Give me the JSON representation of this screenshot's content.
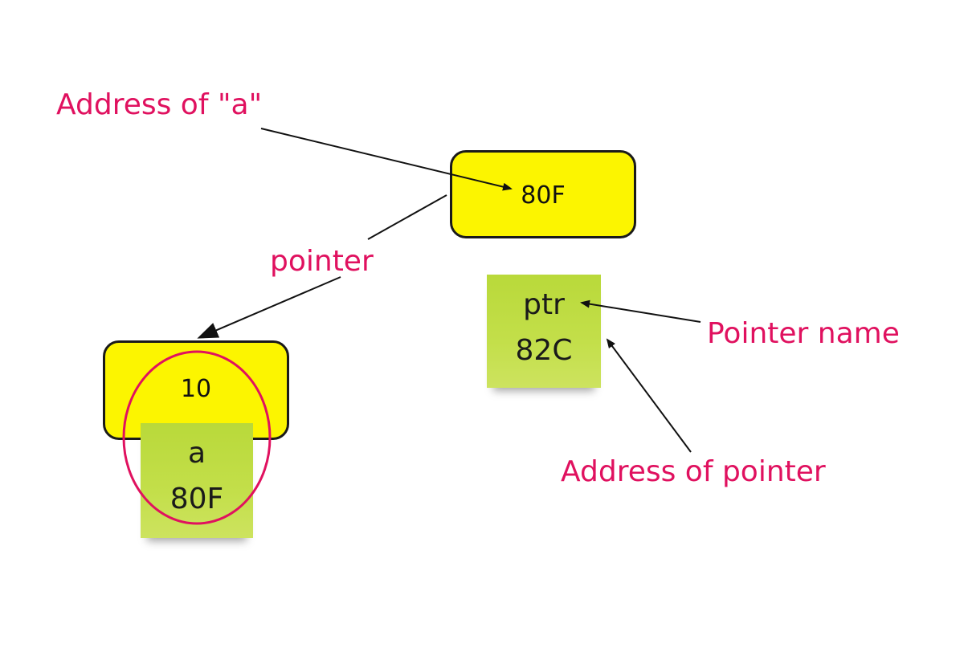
{
  "labels": {
    "address_of_a": "Address of \"a\"",
    "pointer": "pointer",
    "pointer_name": "Pointer name",
    "address_of_pointer": "Address of pointer"
  },
  "pointer_box": {
    "value": "80F"
  },
  "variable_box": {
    "value": "10"
  },
  "variable_note": {
    "name": "a",
    "address": "80F"
  },
  "pointer_note": {
    "name": "ptr",
    "address": "82C"
  },
  "colors": {
    "label": "#e0115f",
    "box_fill": "#fcf500",
    "note_fill": "#c3df4a",
    "outline": "#1a1a1a"
  }
}
